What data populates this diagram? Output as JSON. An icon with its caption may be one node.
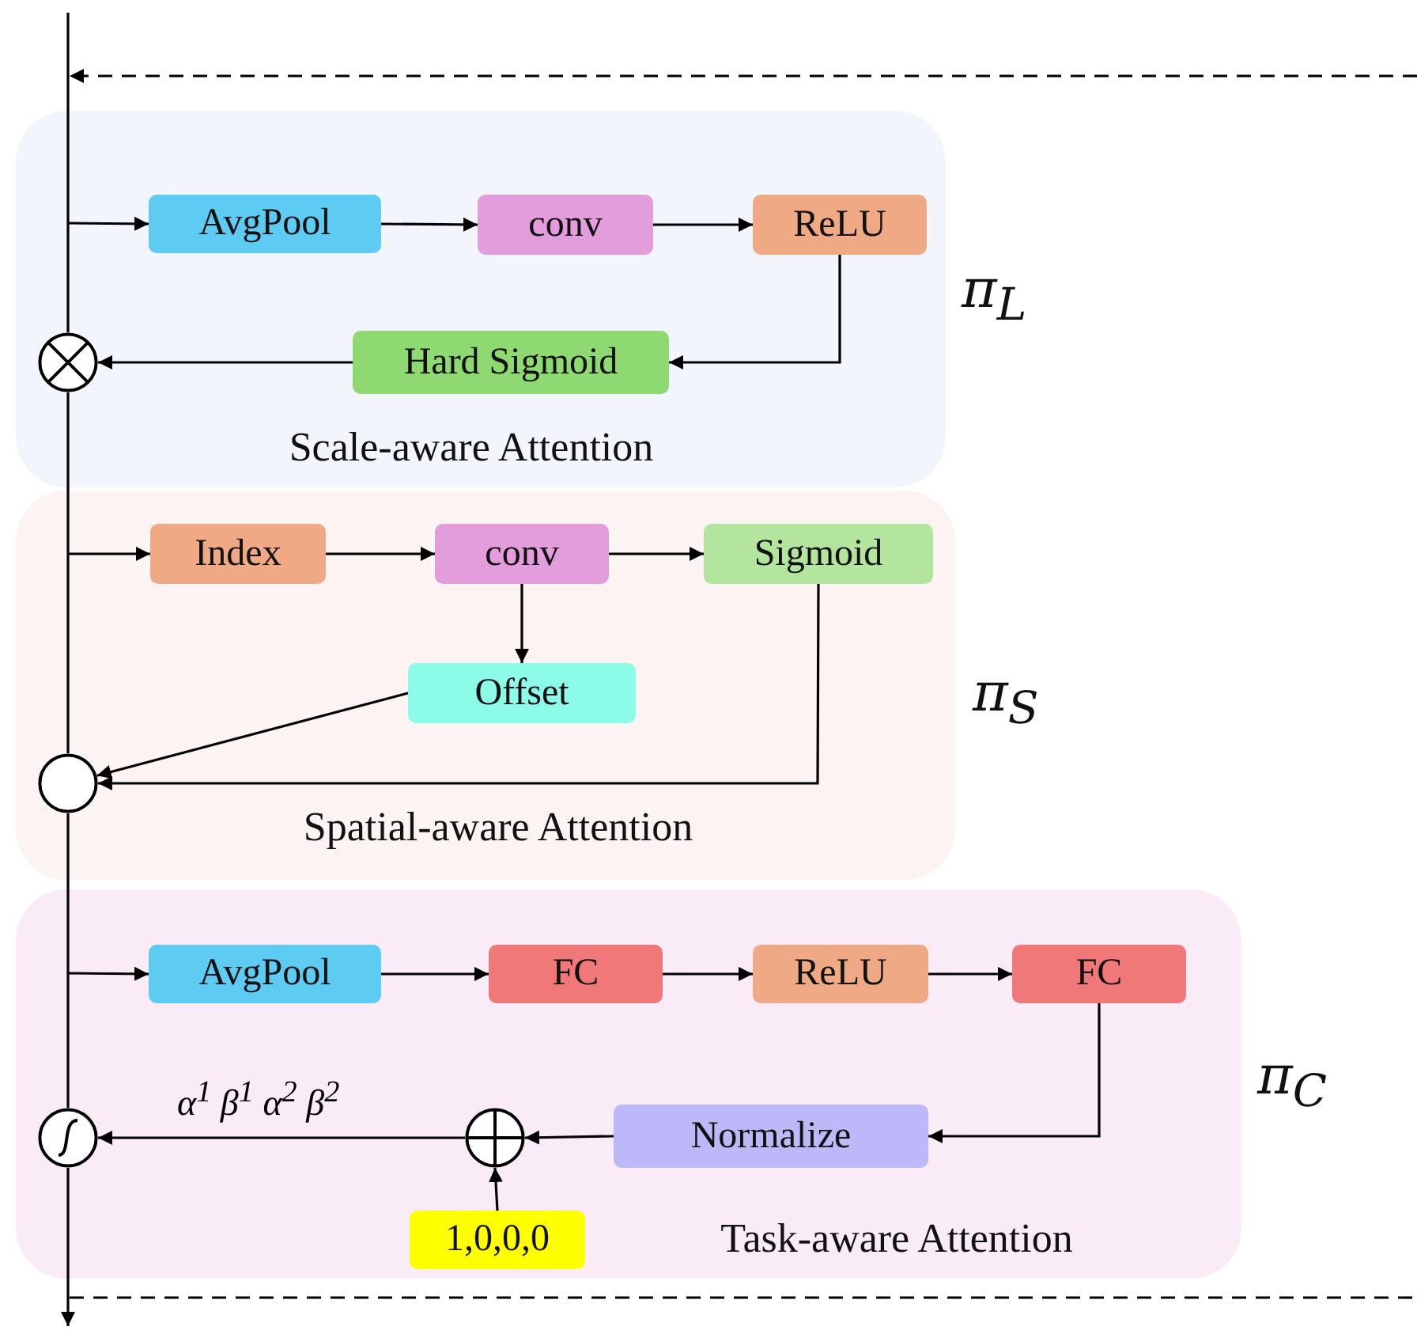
{
  "diagram": {
    "nodes": [
      {
        "text": [
          "Scale-aware Attention"
        ],
        "beside": [
          "π$_{L}$"
        ]
      },
      {
        "text": [
          "AvgPool"
        ],
        "in": 0
      },
      {
        "text": [
          "conv"
        ],
        "in": 0
      },
      {
        "text": [
          "ReLU"
        ],
        "in": 0
      },
      {
        "text": [
          "Hard Sigmoid"
        ],
        "in": 0
      },
      {
        "text": [],
        "shape": "circle",
        "in": 0
      },
      {
        "text": [
          "Spatial-aware Attention"
        ],
        "beside": [
          "π$_{S}$"
        ]
      },
      {
        "text": [
          "Index"
        ],
        "in": 6
      },
      {
        "text": [
          "conv"
        ],
        "in": 6
      },
      {
        "text": [
          "Sigmoid"
        ],
        "in": 6
      },
      {
        "text": [
          "Offset"
        ],
        "in": 6
      },
      {
        "text": [],
        "shape": "circle",
        "in": 6
      },
      {
        "text": [
          "Task-aware Attention"
        ],
        "beside": [
          "π$_{C}$"
        ]
      },
      {
        "text": [
          "AvgPool"
        ],
        "in": 12
      },
      {
        "text": [
          "FC"
        ],
        "in": 12
      },
      {
        "text": [
          "ReLU"
        ],
        "in": 12
      },
      {
        "text": [
          "FC"
        ],
        "in": 12
      },
      {
        "text": [
          "Normalize"
        ],
        "in": 12
      },
      {
        "text": [],
        "shape": "circle",
        "in": 12
      },
      {
        "text": [],
        "shape": "circle",
        "in": 12
      },
      {
        "text": [
          "1,0,0,0"
        ],
        "in": 12
      }
    ],
    "edges": [
      {
        "from": null,
        "to": 1,
        "arrow": "to"
      },
      {
        "from": 1,
        "to": 2,
        "arrow": "to"
      },
      {
        "from": 2,
        "to": 3,
        "arrow": "to"
      },
      {
        "from": 3,
        "to": 4,
        "arrow": "to"
      },
      {
        "from": 4,
        "to": 5,
        "arrow": "to"
      },
      {
        "from": null,
        "to": 7,
        "arrow": "to"
      },
      {
        "from": 7,
        "to": 8,
        "arrow": "to"
      },
      {
        "from": 8,
        "to": 9,
        "arrow": "to"
      },
      {
        "from": 8,
        "to": 10,
        "arrow": "to"
      },
      {
        "from": 10,
        "to": 11,
        "arrow": "to"
      },
      {
        "from": 9,
        "to": 11,
        "arrow": "to"
      },
      {
        "from": null,
        "to": 13,
        "arrow": "to"
      },
      {
        "from": 13,
        "to": 14,
        "arrow": "to"
      },
      {
        "from": 14,
        "to": 15,
        "arrow": "to"
      },
      {
        "from": 15,
        "to": 16,
        "arrow": "to"
      },
      {
        "from": 16,
        "to": 17,
        "arrow": "to"
      },
      {
        "from": 17,
        "to": 19,
        "arrow": "to"
      },
      {
        "from": 20,
        "to": 19,
        "arrow": "to"
      },
      {
        "from": 19,
        "to": 18,
        "arrow": "to",
        "label": "α$^{1}$ β$^{1}$ α$^{2}$ β$^{2}$"
      },
      {
        "from": null,
        "to": 5,
        "arrow": "none"
      },
      {
        "from": 5,
        "to": 11,
        "arrow": "none"
      },
      {
        "from": 11,
        "to": 18,
        "arrow": "none"
      },
      {
        "from": 18,
        "to": null,
        "arrow": "to"
      }
    ]
  }
}
